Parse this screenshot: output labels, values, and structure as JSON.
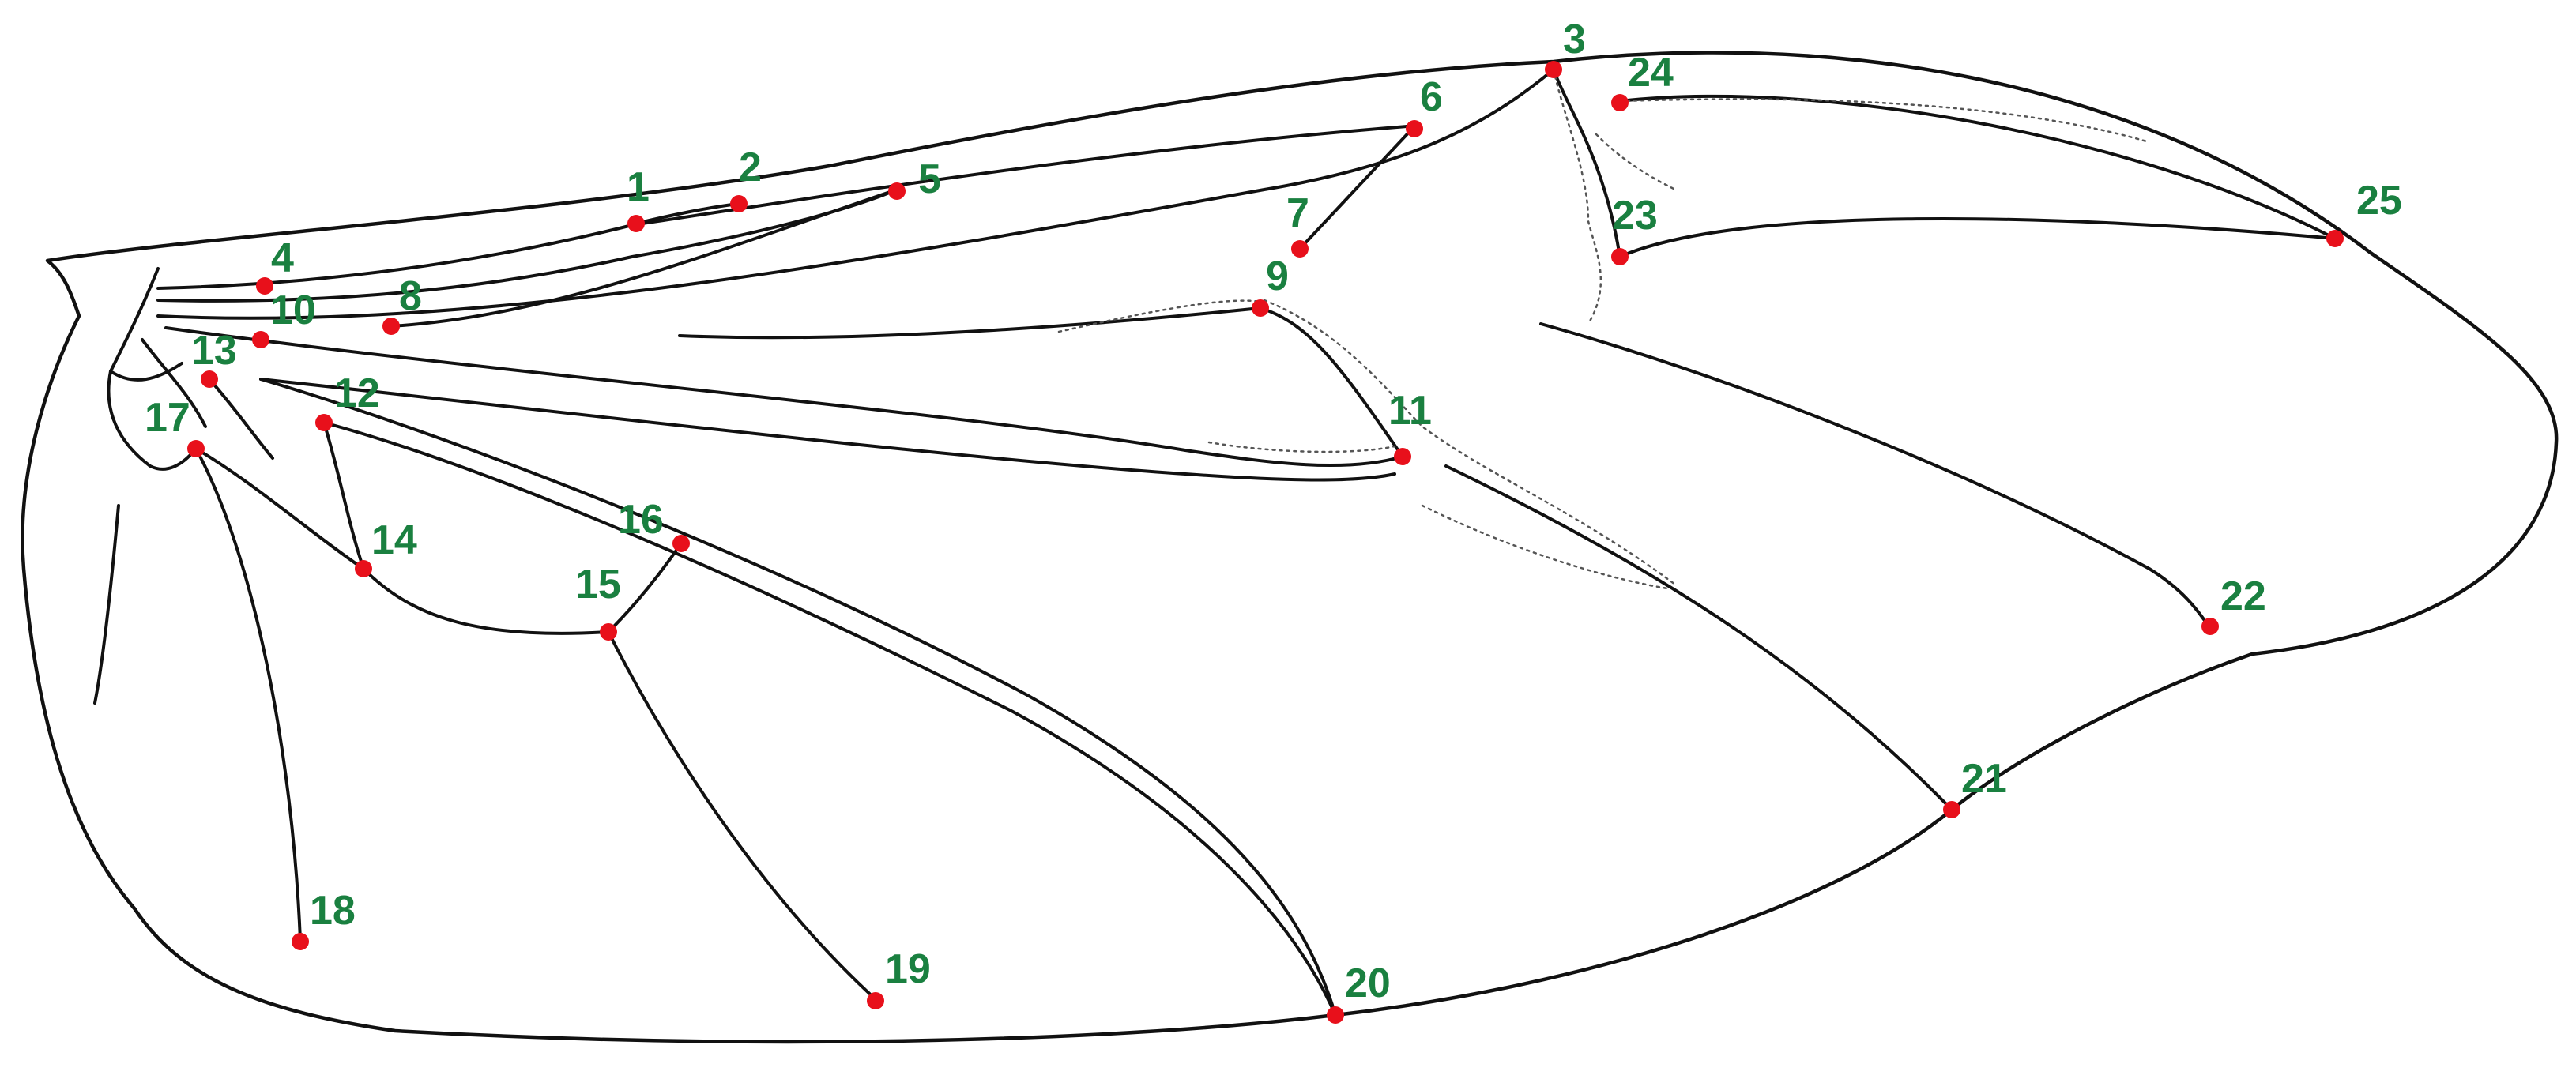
{
  "figure": {
    "colors": {
      "outline": "#111111",
      "landmark_dot": "#e8101b",
      "label_text": "#1a8040"
    }
  },
  "landmarks": [
    {
      "label": "1"
    },
    {
      "label": "2"
    },
    {
      "label": "3"
    },
    {
      "label": "4"
    },
    {
      "label": "5"
    },
    {
      "label": "6"
    },
    {
      "label": "7"
    },
    {
      "label": "8"
    },
    {
      "label": "9"
    },
    {
      "label": "10"
    },
    {
      "label": "11"
    },
    {
      "label": "12"
    },
    {
      "label": "13"
    },
    {
      "label": "14"
    },
    {
      "label": "15"
    },
    {
      "label": "16"
    },
    {
      "label": "17"
    },
    {
      "label": "18"
    },
    {
      "label": "19"
    },
    {
      "label": "20"
    },
    {
      "label": "21"
    },
    {
      "label": "22"
    },
    {
      "label": "23"
    },
    {
      "label": "24"
    },
    {
      "label": "25"
    }
  ]
}
